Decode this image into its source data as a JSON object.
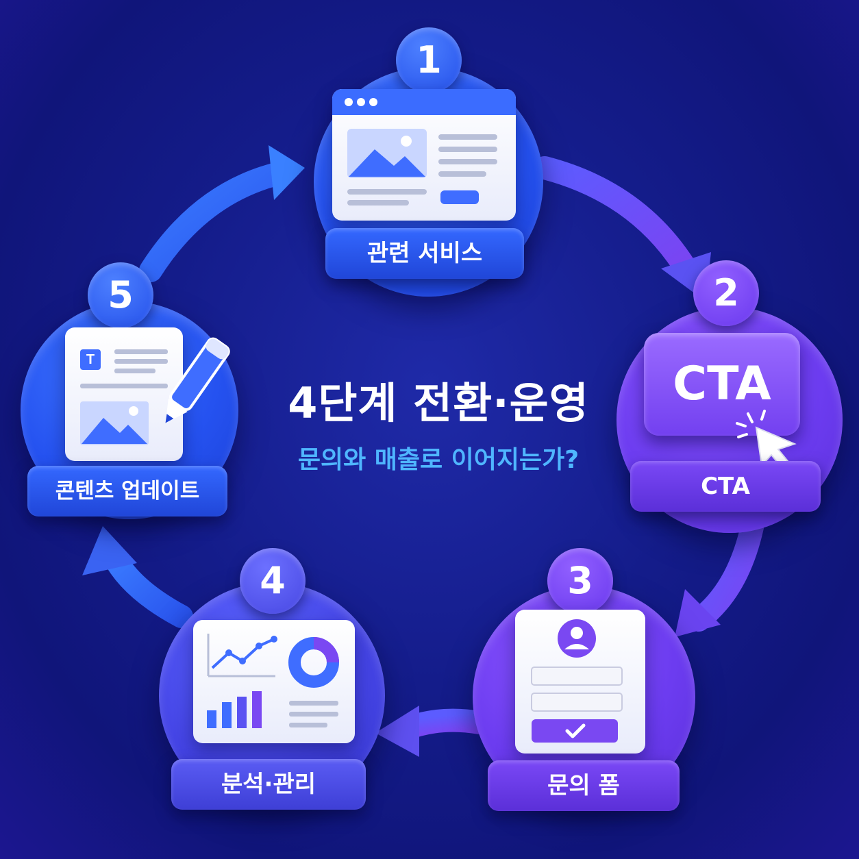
{
  "title": "4단계 전환·운영",
  "subtitle": "문의와 매출로 이어지는가?",
  "steps": [
    {
      "number": "1",
      "label": "관련 서비스",
      "icon": "webpage-icon"
    },
    {
      "number": "2",
      "label": "CTA",
      "button_text": "CTA",
      "icon": "cta-button-icon"
    },
    {
      "number": "3",
      "label": "문의 폼",
      "icon": "form-icon"
    },
    {
      "number": "4",
      "label": "분석·관리",
      "icon": "analytics-icon"
    },
    {
      "number": "5",
      "label": "콘텐츠 업데이트",
      "doc_badge": "T",
      "icon": "document-edit-icon"
    }
  ],
  "colors": {
    "background": "#141c8a",
    "blue": "#2552f0",
    "purple": "#6c3cf0",
    "subtitle": "#4fb6ff"
  }
}
